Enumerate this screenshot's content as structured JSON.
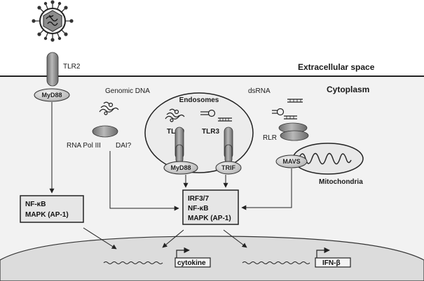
{
  "regions": {
    "extracellular": "Extracellular space",
    "cytoplasm": "Cytoplasm"
  },
  "receptors": {
    "tlr2": "TLR2",
    "tlr9": "TLR9",
    "tlr3": "TLR3",
    "rlr": "RLR",
    "rna_pol_iii": "RNA Pol III",
    "dai": "DAI?"
  },
  "adaptors": {
    "myd88_left": "MyD88",
    "myd88_endo": "MyD88",
    "trif": "TRIF",
    "mavs": "MAVS"
  },
  "ligands": {
    "genomic_dna": "Genomic DNA",
    "endosomes": "Endosomes",
    "dsrna": "dsRNA"
  },
  "organelles": {
    "mitochondria": "Mitochondria"
  },
  "boxes": {
    "left": [
      "NF-κB",
      "MAPK (AP-1)"
    ],
    "center": [
      "IRF3/7",
      "NF-κB",
      "MAPK (AP-1)"
    ]
  },
  "genes": {
    "cytokine": "cytokine",
    "ifnb": "IFN-β"
  },
  "colors": {
    "membrane": "#222222",
    "cytoplasm_fill": "#f2f2f2",
    "nucleus_fill": "#dcdcdc",
    "protein_fill": "#9a9a9a",
    "box_fill": "#e6e6e6"
  }
}
